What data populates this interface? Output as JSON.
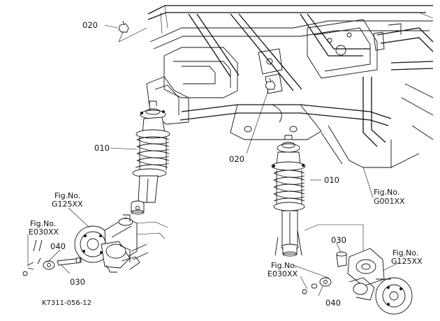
{
  "drawing_code": "K7311-056-12",
  "callouts": {
    "p020_top": "020",
    "p020_mid": "020",
    "p010_left": "010",
    "p010_right": "010",
    "p030_left": "030",
    "p030_right": "030",
    "p040_left": "040",
    "p040_right": "040"
  },
  "figure_refs": {
    "g125_left": {
      "line1": "Fig.No.",
      "line2": "G125XX"
    },
    "e030_left": {
      "line1": "Fig.No.",
      "line2": "E030XX"
    },
    "g001": {
      "line1": "Fig.No.",
      "line2": "G001XX"
    },
    "g125_right": {
      "line1": "Fig.No.",
      "line2": "G125XX"
    },
    "e030_right": {
      "line1": "Fig.No.",
      "line2": "E030XX"
    }
  }
}
